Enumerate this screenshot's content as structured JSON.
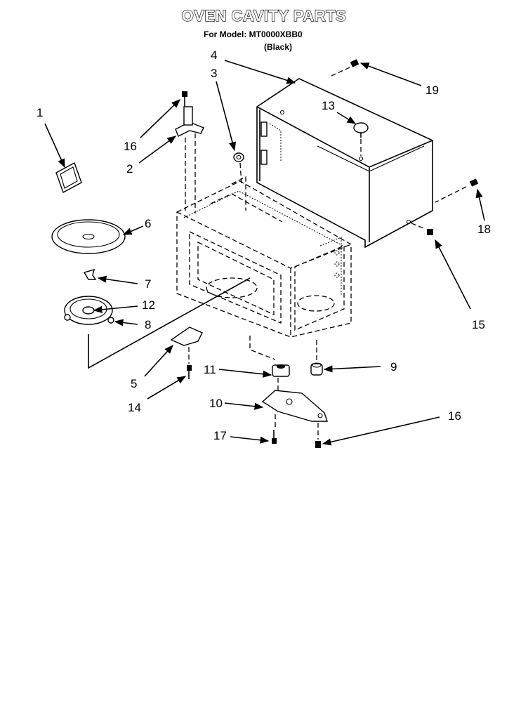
{
  "header": {
    "title": "OVEN CAVITY PARTS",
    "model_line": "For Model: MT0000XBB0",
    "color_line": "(Black)"
  },
  "callouts": {
    "c1": "1",
    "c2": "2",
    "c3": "3",
    "c4": "4",
    "c5": "5",
    "c6": "6",
    "c7": "7",
    "c8": "8",
    "c9": "9",
    "c10": "10",
    "c11": "11",
    "c12": "12",
    "c13": "13",
    "c14": "14",
    "c15": "15",
    "c16a": "16",
    "c16b": "16",
    "c17": "17",
    "c18": "18",
    "c19": "19"
  }
}
